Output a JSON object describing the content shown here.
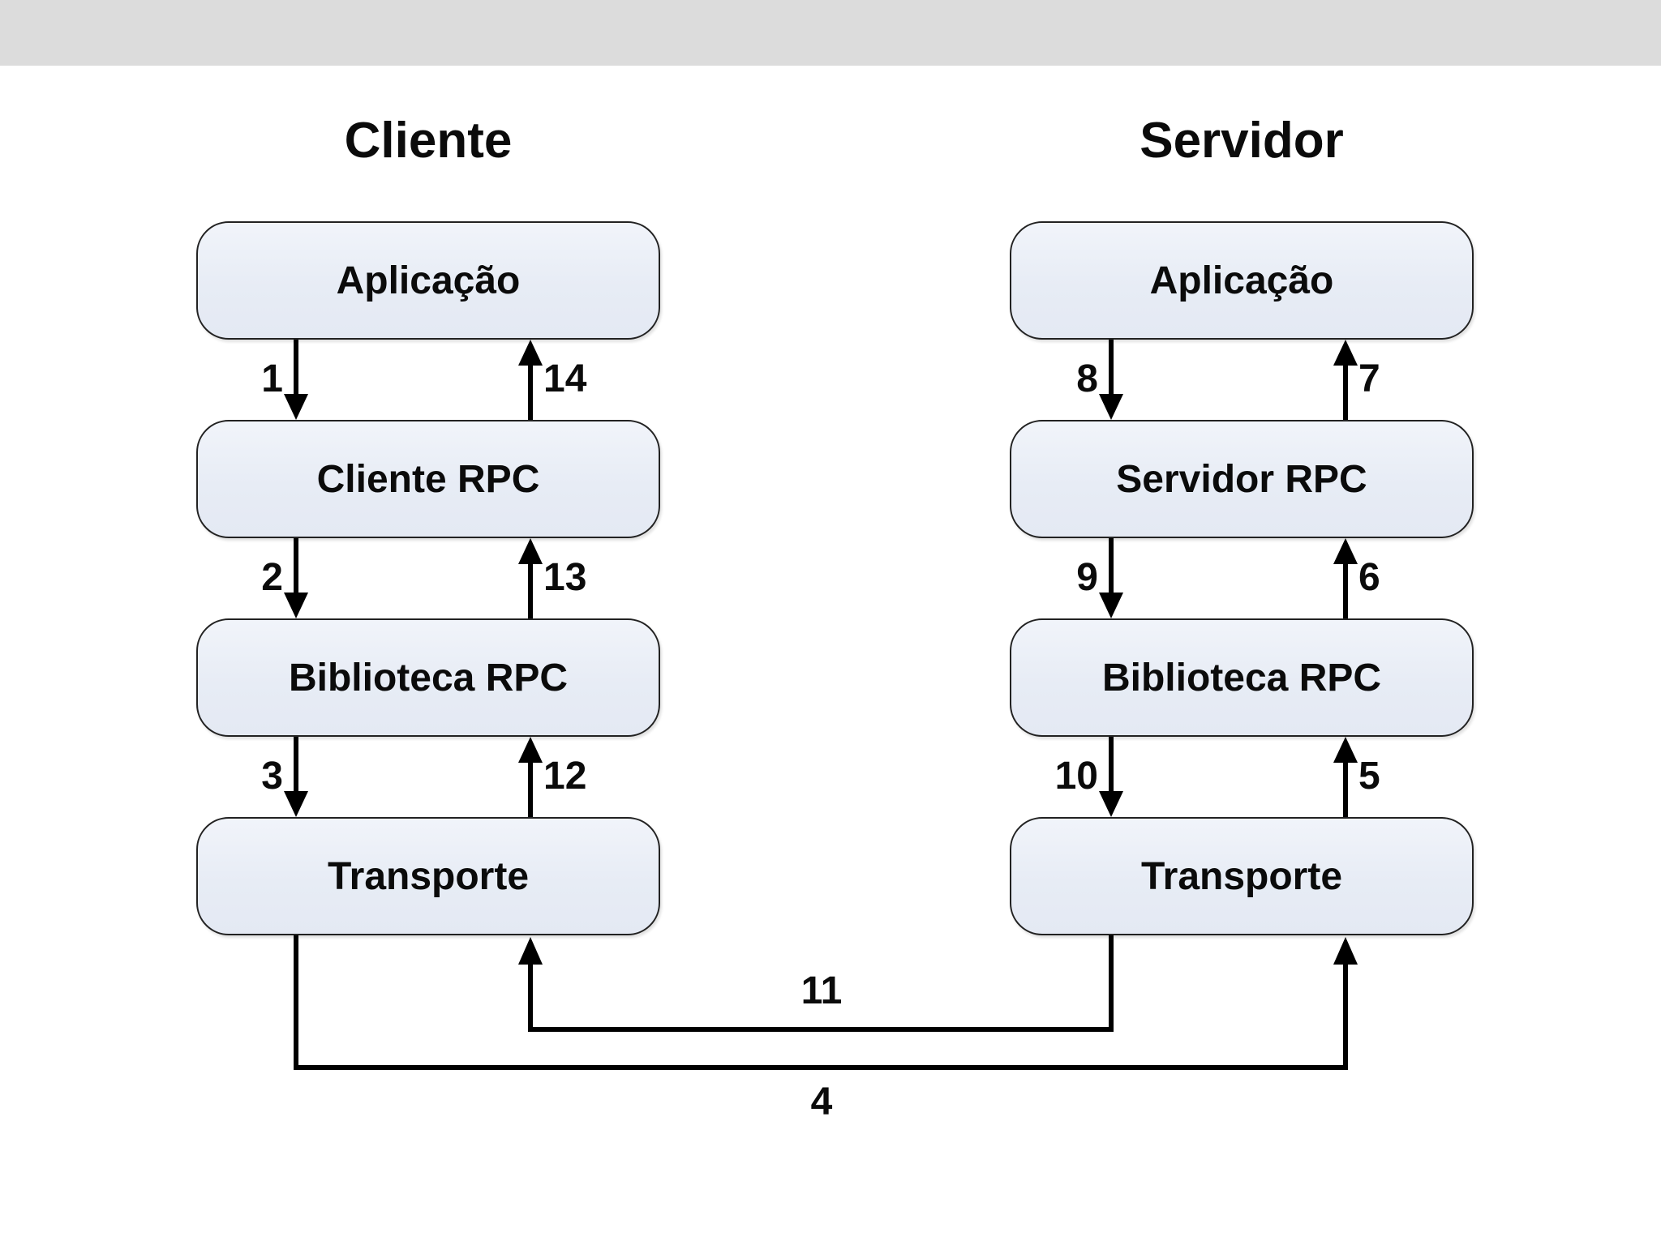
{
  "page": {
    "top_band_color": "#dcdcdc",
    "background_color": "#ffffff"
  },
  "diagram": {
    "columns": [
      {
        "title": "Cliente",
        "boxes": [
          {
            "label": "Aplicação"
          },
          {
            "label": "Cliente RPC"
          },
          {
            "label": "Biblioteca RPC"
          },
          {
            "label": "Transporte"
          }
        ],
        "down_step_numbers": [
          "1",
          "2",
          "3"
        ],
        "up_step_numbers": [
          "14",
          "13",
          "12"
        ]
      },
      {
        "title": "Servidor",
        "boxes": [
          {
            "label": "Aplicação"
          },
          {
            "label": "Servidor RPC"
          },
          {
            "label": "Biblioteca RPC"
          },
          {
            "label": "Transporte"
          }
        ],
        "down_step_numbers": [
          "8",
          "9",
          "10"
        ],
        "up_step_numbers": [
          "7",
          "6",
          "5"
        ]
      }
    ],
    "cross_links": [
      {
        "number": "11",
        "from": "Transporte (Servidor)",
        "to": "Transporte (Cliente)"
      },
      {
        "number": "4",
        "from": "Transporte (Cliente)",
        "to": "Transporte (Servidor)"
      }
    ],
    "colors": {
      "box_fill": "#eaeef6",
      "box_border": "#222222",
      "line": "#000000",
      "text": "#0b0b0b"
    }
  }
}
